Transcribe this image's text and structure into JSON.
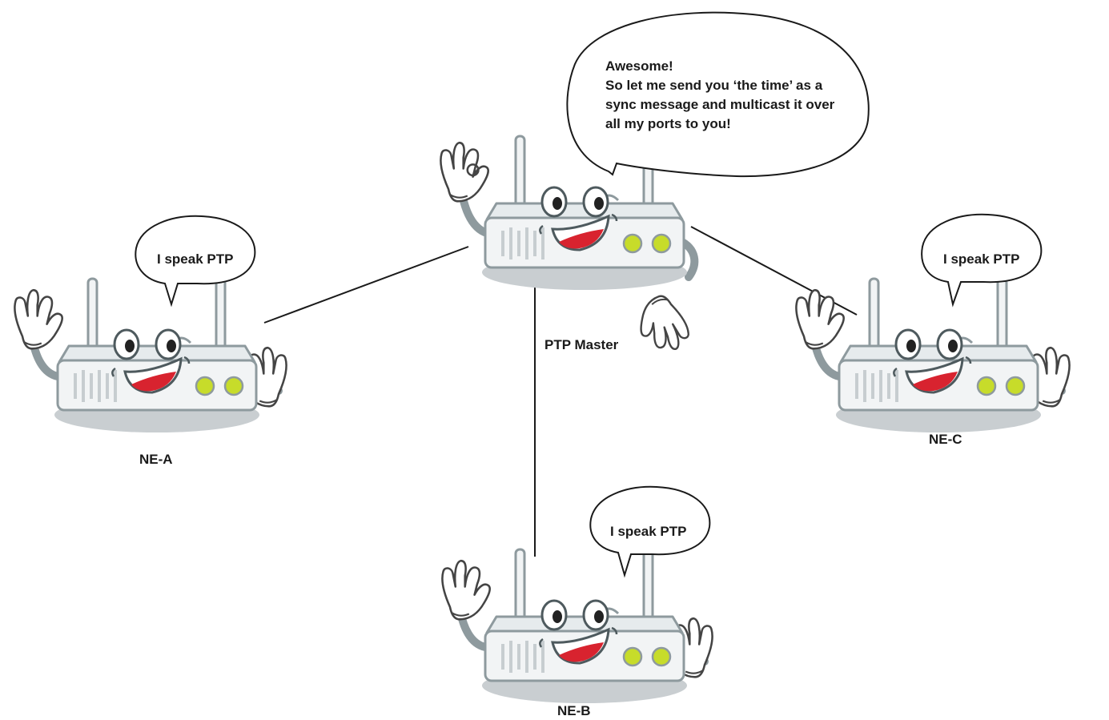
{
  "master": {
    "label": "PTP Master",
    "speech": [
      "Awesome!",
      "So let me send you ‘the time’ as a",
      "sync message and multicast it over",
      "all my ports to you!"
    ]
  },
  "nodes": {
    "a": {
      "label": "NE-A",
      "speech": "I speak PTP"
    },
    "b": {
      "label": "NE-B",
      "speech": "I speak PTP"
    },
    "c": {
      "label": "NE-C",
      "speech": "I speak PTP"
    }
  },
  "colors": {
    "router_body": "#f2f4f5",
    "router_outline": "#8e9a9e",
    "router_dark": "#5e6a6e",
    "led": "#c7dc2a",
    "mouth": "#d8232f",
    "shadow": "#c9ced1",
    "line": "#1a1a1a"
  }
}
